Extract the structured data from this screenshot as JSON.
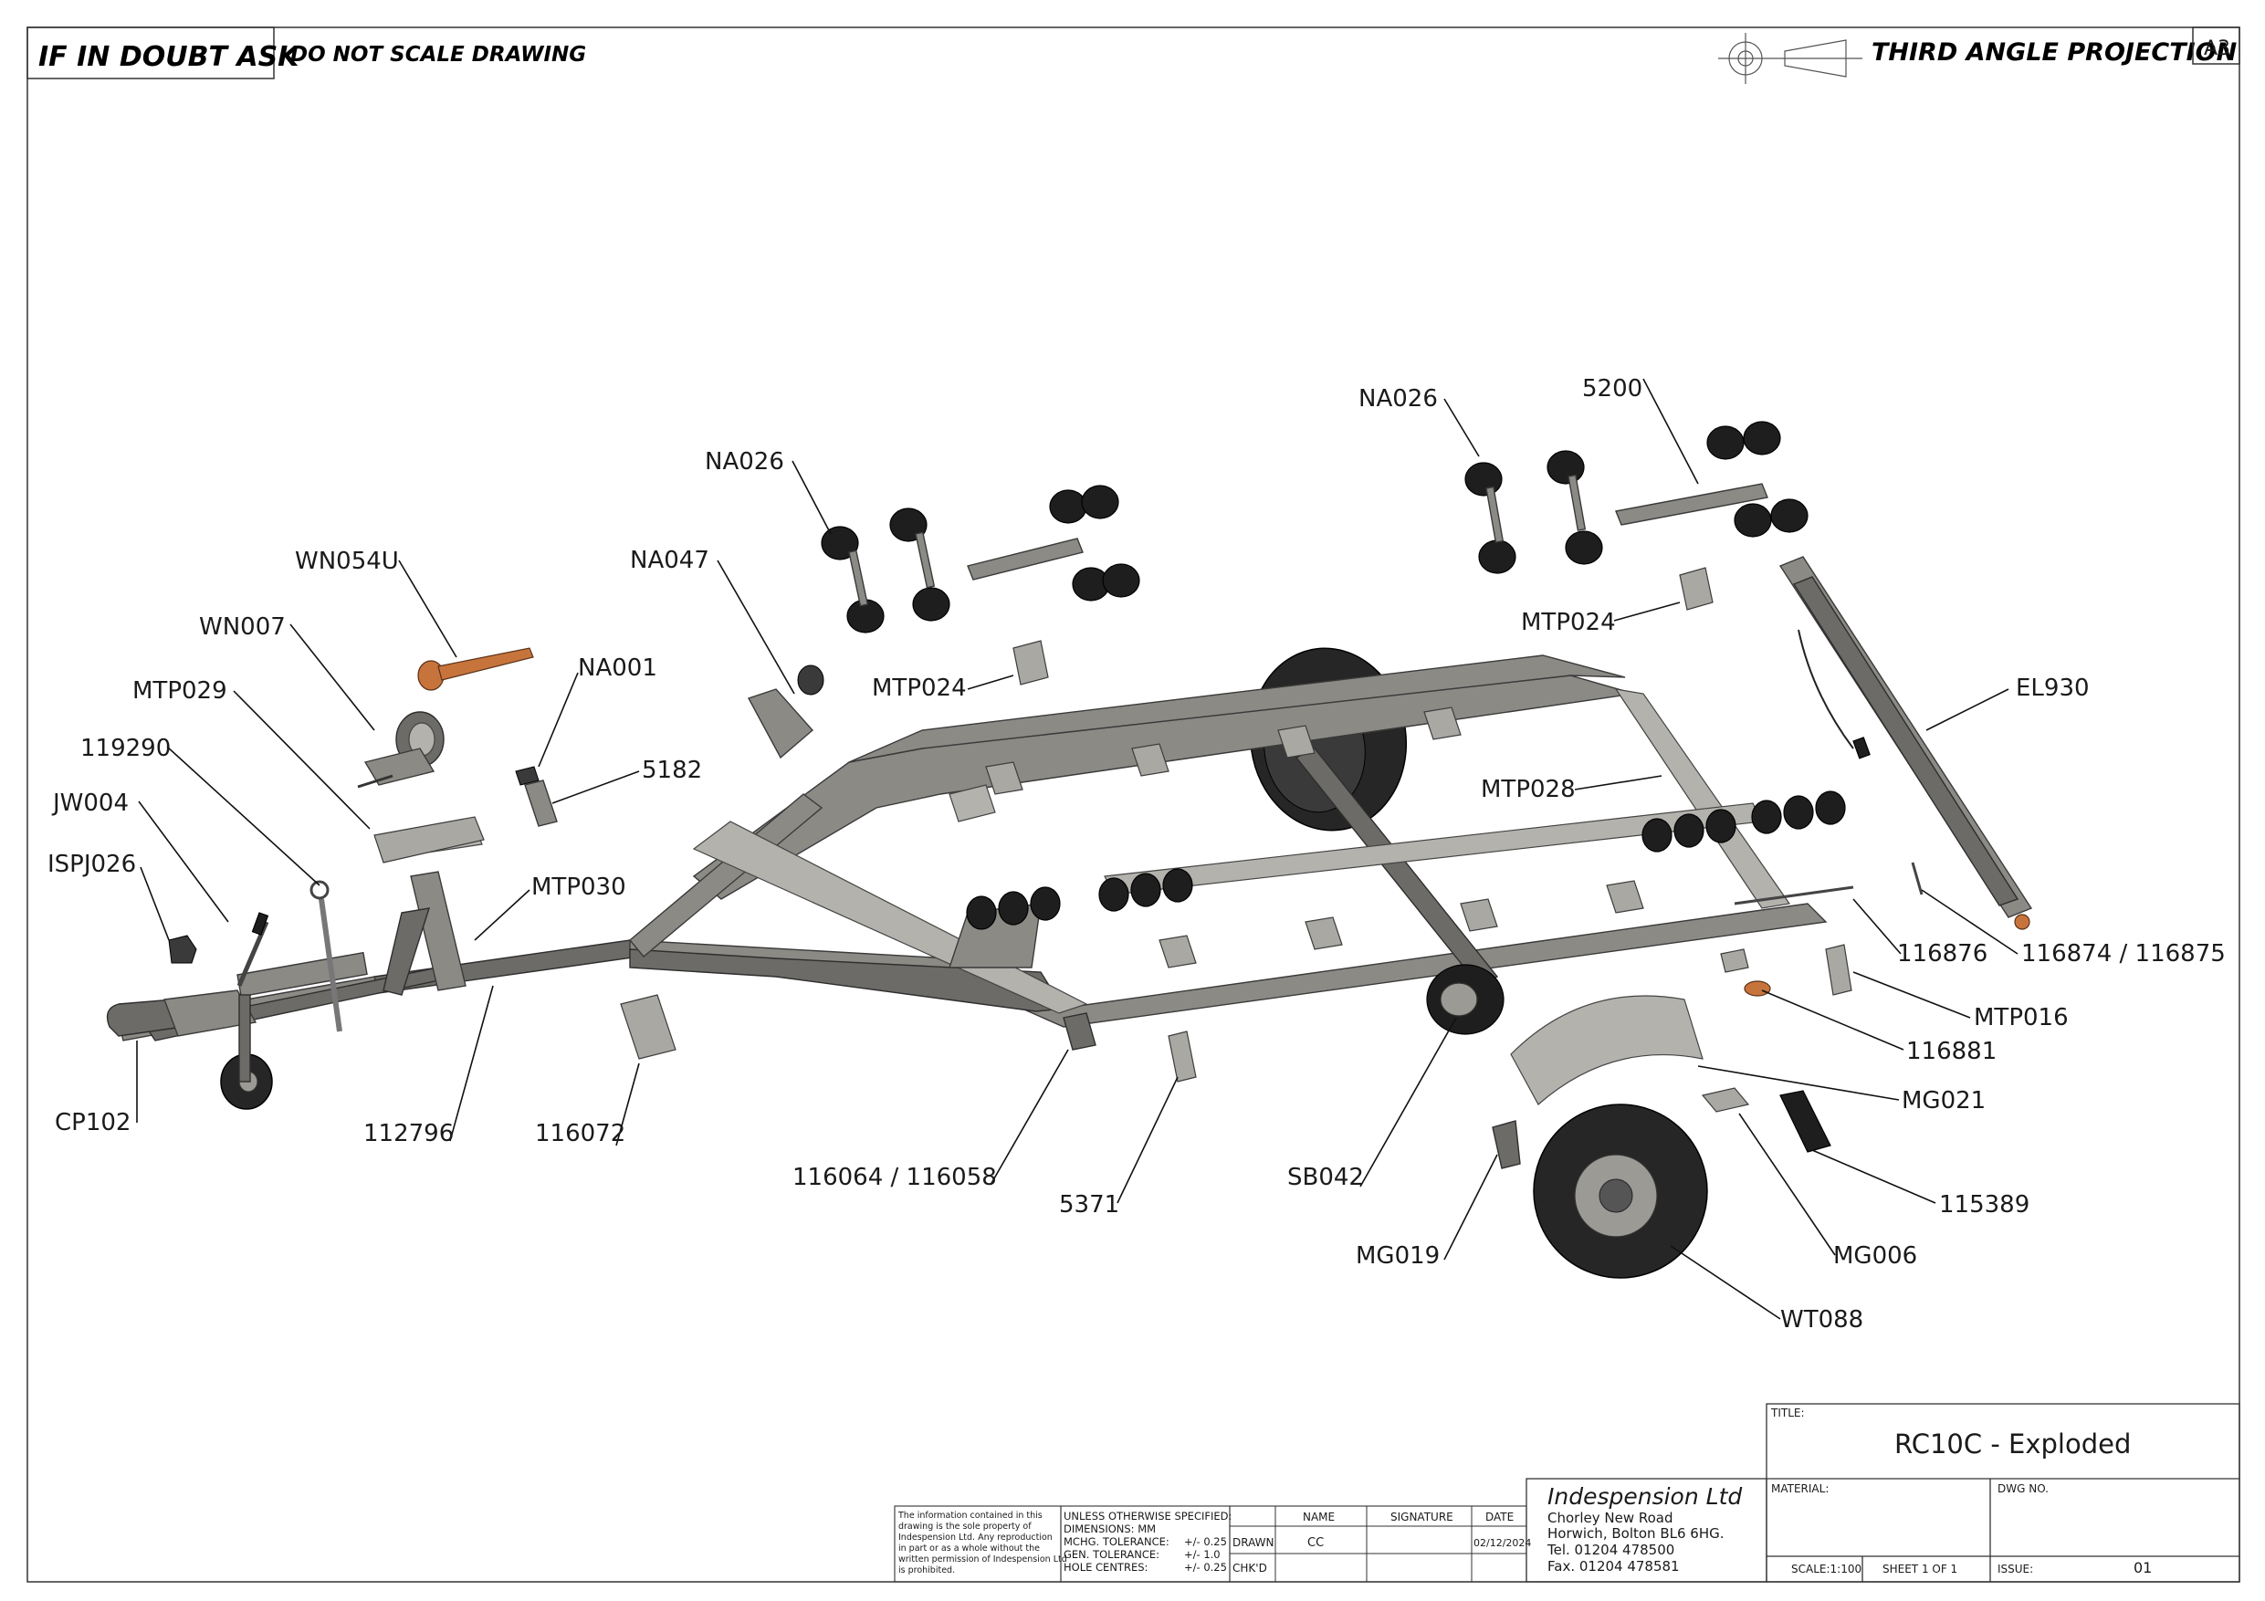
{
  "header": {
    "doubt": "IF IN DOUBT ASK",
    "noscale": "DO NOT SCALE DRAWING",
    "projection": "THIRD ANGLE PROJECTION",
    "sheet_size": "A3"
  },
  "parts": {
    "wn054u": "WN054U",
    "wn007": "WN007",
    "mtp029": "MTP029",
    "p119290": "119290",
    "jw004": "JW004",
    "ispj026": "ISPJ026",
    "cp102": "CP102",
    "p112796": "112796",
    "p116072": "116072",
    "mtp030": "MTP030",
    "na001": "NA001",
    "p5182": "5182",
    "na047": "NA047",
    "na026_left": "NA026",
    "mtp024_left": "MTP024",
    "na026_right": "NA026",
    "p5200": "5200",
    "mtp024_right": "MTP024",
    "el930": "EL930",
    "mtp028": "MTP028",
    "p116876": "116876",
    "p116874": "116874 / 116875",
    "mtp016": "MTP016",
    "p116881": "116881",
    "mg021": "MG021",
    "p115389": "115389",
    "mg006": "MG006",
    "wt088": "WT088",
    "mg019": "MG019",
    "sb042": "SB042",
    "p5371": "5371",
    "p116064": "116064 / 116058"
  },
  "title_block": {
    "notice": [
      "The information contained in this",
      "drawing is the sole property of",
      "Indespension Ltd. Any reproduction",
      "in part or as a whole without the",
      "written permission of Indespension Ltd",
      "is prohibited."
    ],
    "unless": "UNLESS OTHERWISE SPECIFIED:",
    "dimensions": "DIMENSIONS:  MM",
    "mchg_label": "MCHG. TOLERANCE:",
    "mchg_value": "+/- 0.25",
    "gen_label": "GEN. TOLERANCE:",
    "gen_value": "+/- 1.0",
    "hole_label": "HOLE CENTRES:",
    "hole_value": "+/- 0.25",
    "col_name": "NAME",
    "col_signature": "SIGNATURE",
    "col_date": "DATE",
    "row_drawn": "DRAWN",
    "row_chkd": "CHK'D",
    "drawn_name": "CC",
    "drawn_date": "02/12/2024",
    "company": "Indespension Ltd",
    "address1": "Chorley New Road",
    "address2": "Horwich, Bolton BL6 6HG.",
    "tel": "Tel. 01204 478500",
    "fax": "Fax. 01204 478581",
    "title_label": "TITLE:",
    "title": "RC10C - Exploded",
    "material_label": "MATERIAL:",
    "dwgno_label": "DWG NO.",
    "scale": "SCALE:1:100",
    "sheet": "SHEET 1 OF 1",
    "issue_label": "ISSUE:",
    "issue": "01"
  },
  "colors": {
    "line": "#1a1a1a",
    "steel": "#8c8a85",
    "rubber": "#1e1e1e",
    "orange": "#c7743c"
  }
}
